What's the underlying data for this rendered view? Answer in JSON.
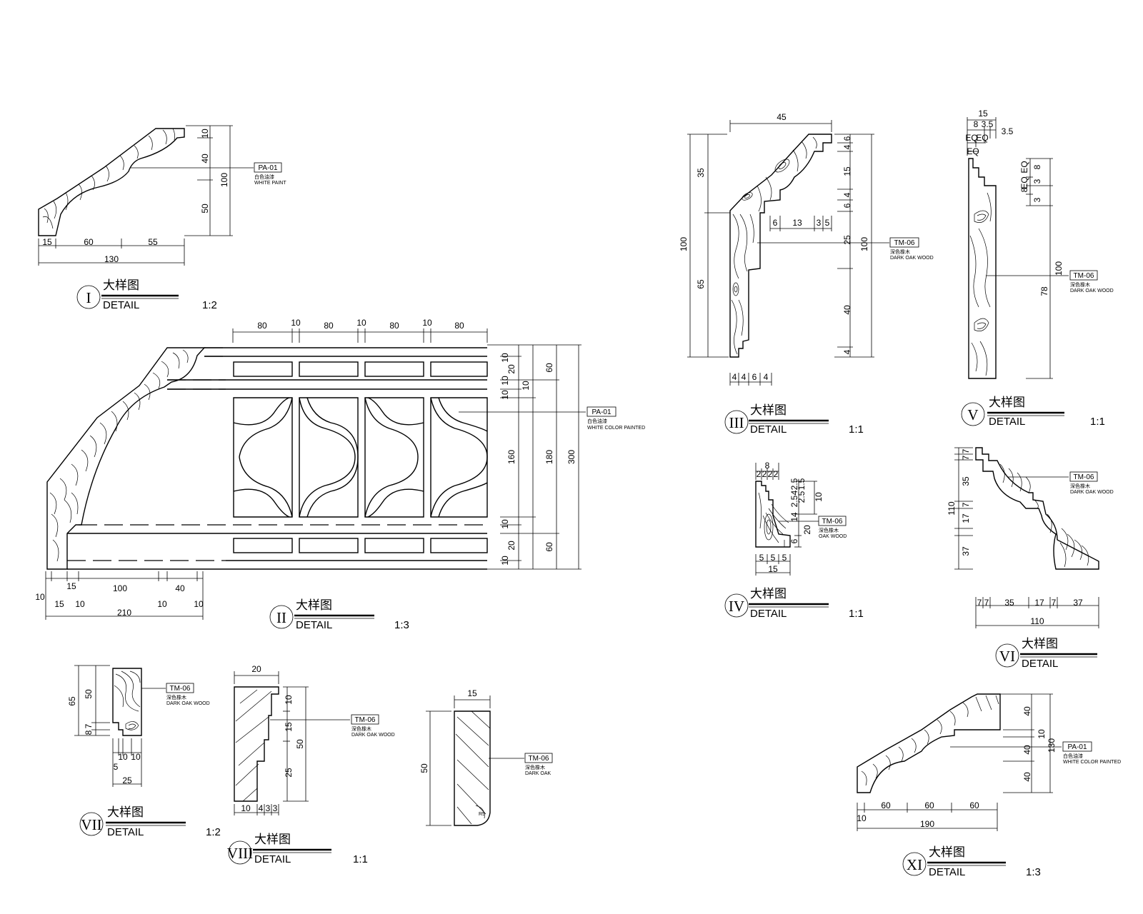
{
  "details": [
    {
      "id": "d1",
      "roman": "I",
      "title_cn": "大样图",
      "title_en": "DETAIL",
      "scale": "1:2",
      "dims": [
        "10",
        "40",
        "100",
        "50",
        "15",
        "60",
        "55",
        "130"
      ],
      "tag": {
        "code": "PA-01",
        "cn": "白色油漆",
        "en": "WHITE PAINT"
      }
    },
    {
      "id": "d2",
      "roman": "II",
      "title_cn": "大样图",
      "title_en": "DETAIL",
      "scale": "1:3",
      "dims_top": [
        "80",
        "10",
        "80",
        "10",
        "80",
        "10",
        "80"
      ],
      "dims_right": [
        "10",
        "20",
        "10",
        "10",
        "10",
        "160",
        "10",
        "20",
        "10",
        "60",
        "180",
        "60",
        "300"
      ],
      "dims_bottom": [
        "10",
        "15",
        "100",
        "40",
        "15",
        "10",
        "10",
        "10",
        "210"
      ],
      "tag": {
        "code": "PA-01",
        "cn": "白色油漆",
        "en": "WHITE COLOR PAINTED"
      }
    },
    {
      "id": "d3",
      "roman": "III",
      "title_cn": "大样图",
      "title_en": "DETAIL",
      "scale": "1:1",
      "dims": [
        "45",
        "35",
        "100",
        "65",
        "6",
        "4",
        "15",
        "6",
        "4",
        "6",
        "13",
        "3",
        "5",
        "25",
        "100",
        "40",
        "4",
        "4",
        "4",
        "6",
        "4"
      ],
      "tag": {
        "code": "TM-06",
        "cn": "深色橡木",
        "en": "DARK OAK WOOD"
      }
    },
    {
      "id": "d4",
      "roman": "IV",
      "title_cn": "大样图",
      "title_en": "DETAIL",
      "scale": "1:1",
      "dims": [
        "8",
        "2",
        "2",
        "2",
        "2",
        "2.5",
        "1.5",
        "4",
        "2.5",
        "2.5",
        "10",
        "14",
        "20",
        "6",
        "5",
        "5",
        "5",
        "15"
      ],
      "tag": {
        "code": "TM-06",
        "cn": "深色橡木",
        "en": "OAK WOOD"
      }
    },
    {
      "id": "d5",
      "roman": "V",
      "title_cn": "大样图",
      "title_en": "DETAIL",
      "scale": "1:1",
      "dims": [
        "15",
        "8",
        "3.5",
        "3.5",
        "EQ",
        "EQ",
        "EQ",
        "EQ",
        "EQ",
        "8",
        "3",
        "8",
        "3",
        "100",
        "78"
      ],
      "tag": {
        "code": "TM-06",
        "cn": "深色橡木",
        "en": "DARK OAK WOOD"
      }
    },
    {
      "id": "d6",
      "roman": "VI",
      "title_cn": "大样图",
      "title_en": "DETAIL",
      "scale": "",
      "dims": [
        "7",
        "7",
        "35",
        "7",
        "17",
        "37",
        "110",
        "7",
        "7",
        "35",
        "17",
        "7",
        "37",
        "110"
      ],
      "tag": {
        "code": "TM-06",
        "cn": "深色橡木",
        "en": "DARK OAK WOOD"
      }
    },
    {
      "id": "d7",
      "roman": "VII",
      "title_cn": "大样图",
      "title_en": "DETAIL",
      "scale": "1:2",
      "dims": [
        "65",
        "50",
        "8",
        "7",
        "10",
        "10",
        "5",
        "25"
      ],
      "tag": {
        "code": "TM-06",
        "cn": "深色橡木",
        "en": "DARK OAK WOOD"
      }
    },
    {
      "id": "d8",
      "roman": "VIII",
      "title_cn": "大样图",
      "title_en": "DETAIL",
      "scale": "1:1",
      "dims": [
        "20",
        "10",
        "15",
        "50",
        "25",
        "10",
        "4",
        "3",
        "3"
      ],
      "tag": {
        "code": "TM-06",
        "cn": "深色橡木",
        "en": "DARK OAK WOOD"
      }
    },
    {
      "id": "d9",
      "roman": "",
      "title_cn": "",
      "title_en": "",
      "scale": "",
      "dims": [
        "15",
        "50",
        "R5"
      ],
      "tag": {
        "code": "TM-06",
        "cn": "深色橡木",
        "en": "DARK OAK"
      }
    },
    {
      "id": "d11",
      "roman": "XI",
      "title_cn": "大样图",
      "title_en": "DETAIL",
      "scale": "1:3",
      "dims": [
        "40",
        "10",
        "130",
        "40",
        "40",
        "60",
        "60",
        "60",
        "10",
        "190"
      ],
      "tag": {
        "code": "PA-01",
        "cn": "白色油漆",
        "en": "WHITE COLOR PAINTED"
      }
    }
  ]
}
